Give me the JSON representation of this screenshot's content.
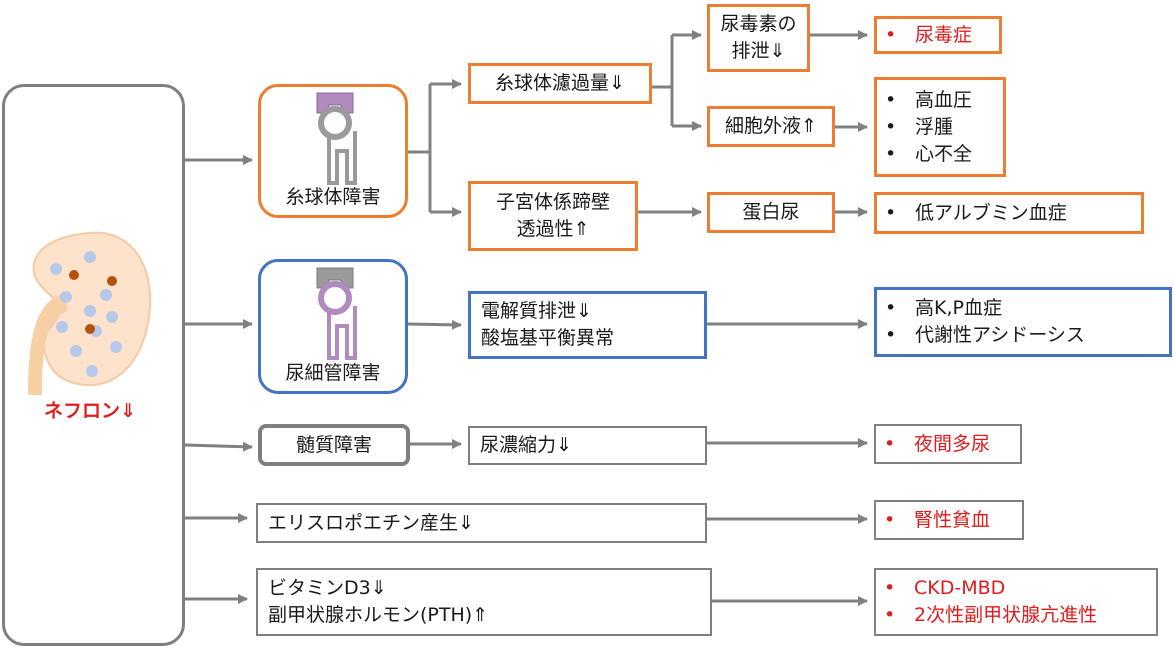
{
  "nephron": {
    "label": "ネフロン⇓"
  },
  "glomerular": {
    "label": "糸球体障害",
    "gfr": "糸球体濾過量⇓",
    "uremic_toxin": [
      "尿毒素の",
      "排泄⇓"
    ],
    "uremia": "尿毒症",
    "ecf": "細胞外液⇑",
    "ecf_results": [
      "高血圧",
      "浮腫",
      "心不全"
    ],
    "permeability": [
      "子宮体係蹄壁",
      "透過性⇑"
    ],
    "proteinuria": "蛋白尿",
    "hypoalbuminemia": "低アルブミン血症"
  },
  "tubular": {
    "label": "尿細管障害",
    "electrolyte": [
      "電解質排泄⇓",
      "酸塩基平衡異常"
    ],
    "results": [
      "高K,P血症",
      "代謝性アシドーシス"
    ]
  },
  "medullary": {
    "label": "髄質障害",
    "concentration": "尿濃縮力⇓",
    "result": "夜間多尿"
  },
  "epo": {
    "label": "エリスロポエチン産生⇓",
    "result": "腎性貧血"
  },
  "vitd": {
    "lines": [
      "ビタミンD3⇓",
      "副甲状腺ホルモン(PTH)⇑"
    ],
    "results": [
      "CKD-MBD",
      "2次性副甲状腺亢進性"
    ]
  },
  "colors": {
    "orange": "#ed7d31",
    "blue": "#4472c4",
    "grey": "#7f7f7f",
    "red": "#e01c1c",
    "arrow": "#808080"
  }
}
